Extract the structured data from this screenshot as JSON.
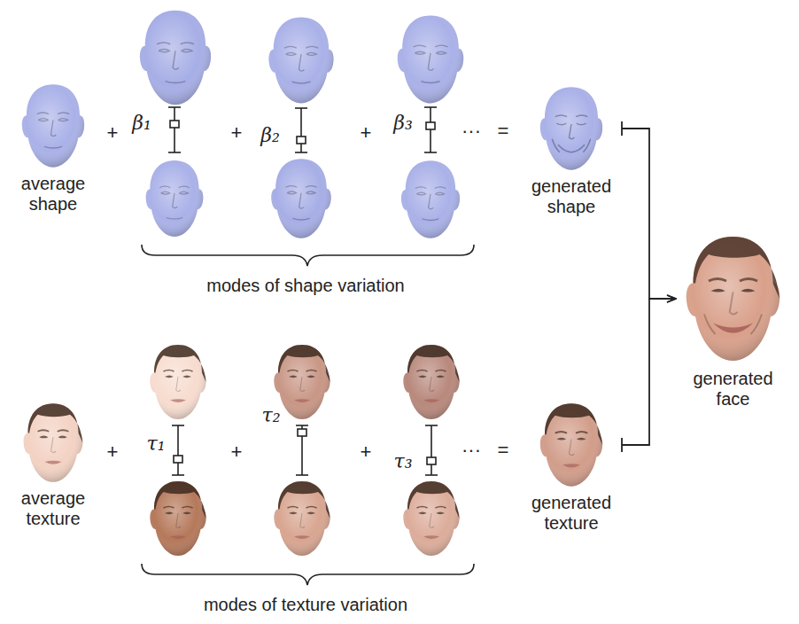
{
  "diagram": {
    "nodes": [
      {
        "text": [
          "average shape"
        ]
      },
      {
        "text": [
          "generated shape"
        ]
      },
      {
        "text": [
          "generated face"
        ]
      },
      {
        "text": [
          "average texture"
        ]
      },
      {
        "text": [
          "generated texture"
        ]
      }
    ],
    "edges": [
      {
        "from": 1,
        "to": 2,
        "arrow": "to"
      },
      {
        "from": 4,
        "to": 2,
        "arrow": "to"
      }
    ],
    "labels": [
      "+",
      "β₁",
      "+",
      "β₂",
      "+",
      "β₃",
      "···",
      "=",
      "modes of shape variation",
      "+",
      "τ₁",
      "+",
      "τ₂",
      "+",
      "τ₃",
      "···",
      "=",
      "modes of texture variation"
    ]
  }
}
